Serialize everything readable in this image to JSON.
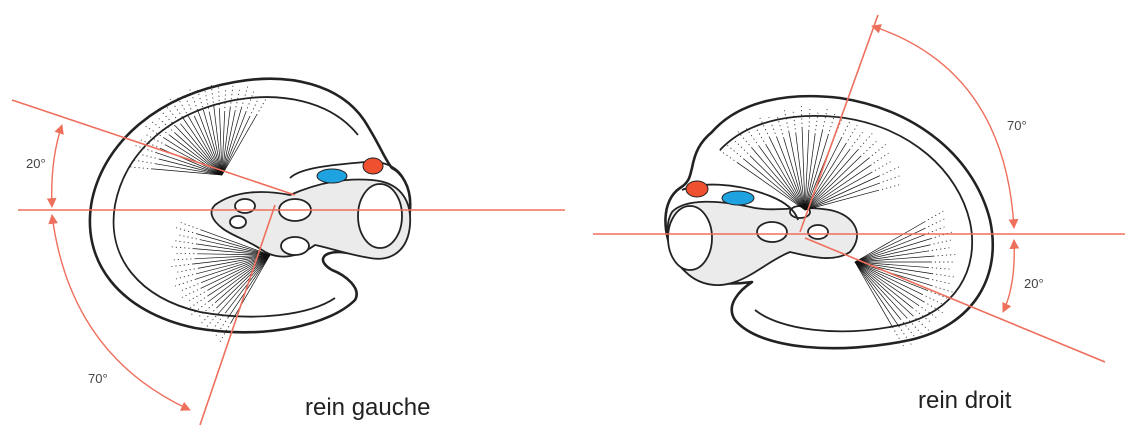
{
  "labels": {
    "left_kidney": "rein gauche",
    "right_kidney": "rein droit",
    "left_upper_angle": "20°",
    "left_lower_angle": "70°",
    "right_upper_angle": "70°",
    "right_lower_angle": "20°"
  },
  "colors": {
    "angle_lines": "#ef6f5d",
    "artery": "#ef5030",
    "vein": "#1fa3e0",
    "sinus_fill": "#ebebeb",
    "outline": "#222222"
  }
}
